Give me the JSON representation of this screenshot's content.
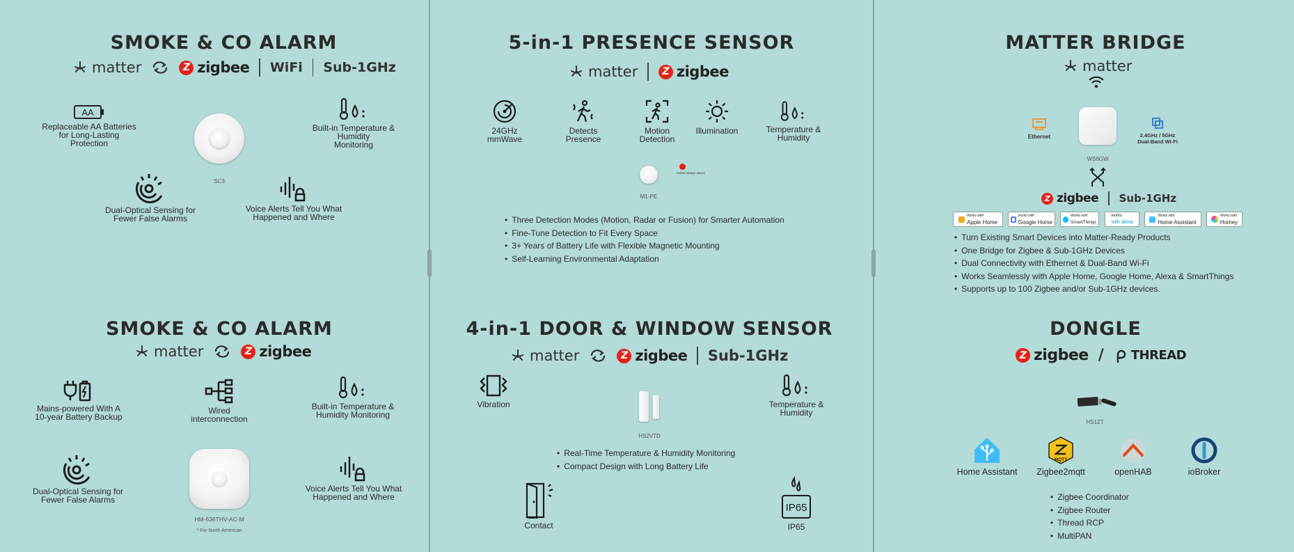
{
  "colors": {
    "background": "#b3dbd8",
    "zigbee_red": "#e2231a",
    "text": "#2a2a2a"
  },
  "protocols": {
    "matter": "matter",
    "zigbee": "zigbee",
    "wifi": "WiFi",
    "sub1ghz": "Sub-1GHz",
    "slash": "/",
    "thread": "THREAD",
    "dual_band": "2.4GHz / 5GHz\nDual-Band Wi-Fi",
    "ethernet": "Ethernet"
  },
  "smoke1": {
    "title": "SMOKE & CO ALARM",
    "aa_text": "AA",
    "features": [
      {
        "label": "Replaceable AA Batteries\nfor Long-Lasting\nProtection",
        "icon": "battery-icon"
      },
      {
        "label": "Built-in Temperature &\nHumidity\nMonitoring",
        "icon": "thermometer-drop-icon"
      },
      {
        "label": "Dual-Optical Sensing for\nFewer False Alarms",
        "icon": "optical-sensor-icon"
      },
      {
        "label": "Voice Alerts Tell You What\nHappened and Where",
        "icon": "voice-alert-icon"
      }
    ],
    "model": "SC3"
  },
  "smoke2": {
    "title": "SMOKE & CO ALARM",
    "features": [
      {
        "label": "Mains-powered With A\n10-year Battery Backup",
        "icon": "mains-battery-icon"
      },
      {
        "label": "Wired\ninterconnection",
        "icon": "interconnect-icon"
      },
      {
        "label": "Built-in Temperature &\nHumidity Monitoring",
        "icon": "thermometer-drop-icon"
      },
      {
        "label": "Dual-Optical Sensing for\nFewer False Alarms",
        "icon": "optical-sensor-icon"
      },
      {
        "label": "Voice Alerts Tell You What\nHappened and Where",
        "icon": "voice-alert-icon"
      }
    ],
    "model": "HM-636THV-AC-M",
    "note": "* For North American"
  },
  "presence": {
    "title": "5-in-1 PRESENCE SENSOR",
    "features": [
      {
        "label": "24GHz\nmmWave",
        "icon": "radar-icon"
      },
      {
        "label": "Detects\nPresence",
        "icon": "walking-person-icon"
      },
      {
        "label": "Motion\nDetection",
        "icon": "motion-icon"
      },
      {
        "label": "Illumination",
        "icon": "sun-icon"
      },
      {
        "label": "Temperature &\nHumidity",
        "icon": "thermometer-drop-icon"
      }
    ],
    "model": "M1-PE",
    "award": "reddot design award",
    "bullets": [
      "Three Detection Modes (Motion, Radar or Fusion) for Smarter Automation",
      "Fine-Tune Detection to Fit Every Space",
      "3+ Years of Battery Life with Flexible Magnetic Mounting",
      "Self-Learning Environmental Adaptation"
    ]
  },
  "door": {
    "title": "4-in-1 DOOR & WINDOW SENSOR",
    "features": [
      {
        "label": "Vibration",
        "icon": "vibration-icon"
      },
      {
        "label": "Temperature &\nHumidity",
        "icon": "thermometer-drop-icon"
      },
      {
        "label": "Contact",
        "icon": "door-contact-icon"
      },
      {
        "label": "IP65",
        "icon": "ip65-icon"
      }
    ],
    "ip_text": "IP65",
    "model": "HS2VTD",
    "bullets": [
      "Real-Time Temperature & Humidity Monitoring",
      "Compact Design with Long Battery Life"
    ]
  },
  "bridge": {
    "title": "MATTER BRIDGE",
    "model": "WS6GW",
    "badges": [
      {
        "top": "Works with",
        "main": "Apple Home"
      },
      {
        "top": "works with",
        "main": "Google Home"
      },
      {
        "top": "Works with",
        "main": "SmartThings"
      },
      {
        "top": "works",
        "main": "with alexa"
      },
      {
        "top": "Works with",
        "main": "Home Assistant"
      },
      {
        "top": "Works with",
        "main": "Homey"
      }
    ],
    "bullets": [
      "Turn Existing Smart Devices into Matter-Ready Products",
      "One Bridge for Zigbee & Sub-1GHz Devices",
      "Dual Connectivity with Ethernet & Dual-Band Wi-Fi",
      "Works Seamlessly with Apple Home, Google Home, Alexa & SmartThings",
      "Supports up to 100 Zigbee and/or Sub-1GHz devices."
    ]
  },
  "dongle": {
    "title": "DONGLE",
    "model": "HS1ZT",
    "mqtt_text": "MQTT",
    "platforms": [
      {
        "label": "Home Assistant",
        "icon": "home-assistant-icon"
      },
      {
        "label": "Zigbee2mqtt",
        "icon": "zigbee2mqtt-icon"
      },
      {
        "label": "openHAB",
        "icon": "openhab-icon"
      },
      {
        "label": "ioBroker",
        "icon": "iobroker-icon"
      }
    ],
    "bullets": [
      "Zigbee Coordinator",
      "Zigbee Router",
      "Thread RCP",
      "MultiPAN"
    ]
  }
}
